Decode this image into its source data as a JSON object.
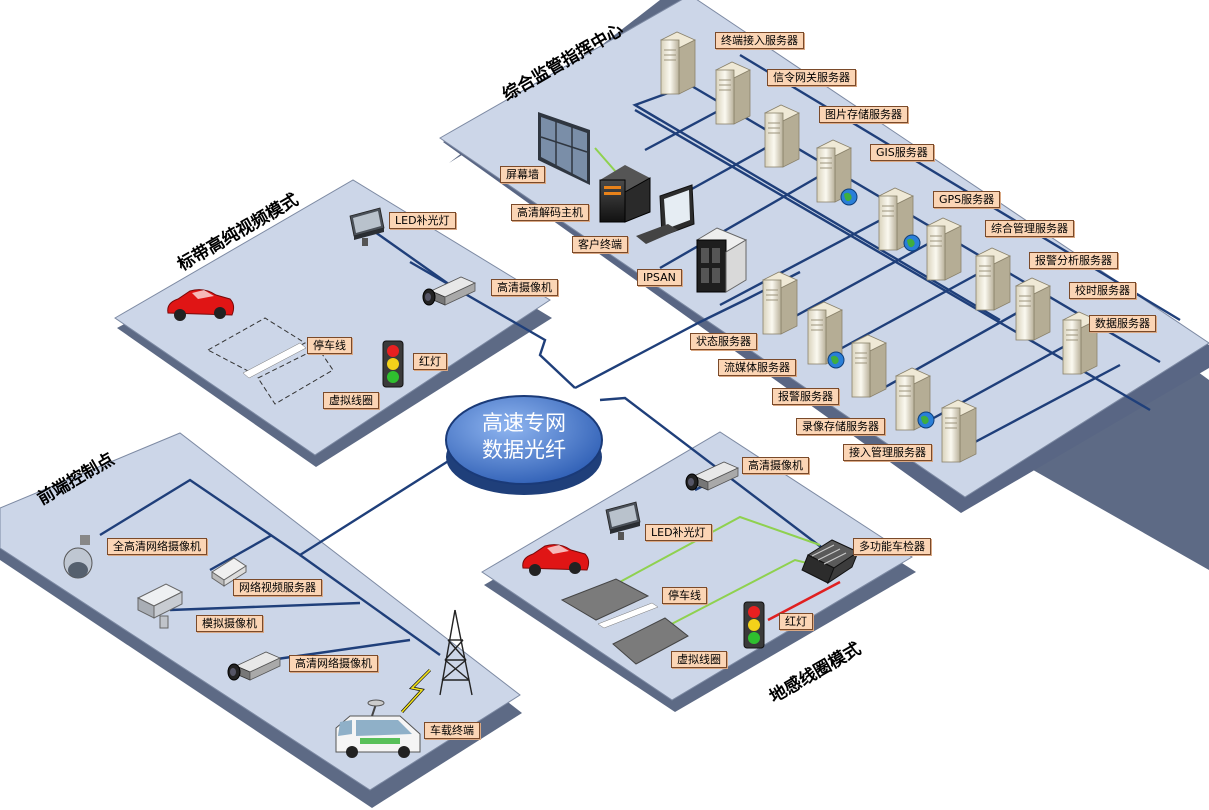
{
  "hub": {
    "line1": "高速专网",
    "line2": "数据光纤"
  },
  "zones": {
    "center": "综合监管指挥中心",
    "video": "标带高纯视频模式",
    "front": "前端控制点",
    "loop": "地感线圈模式"
  },
  "center_labels": {
    "wall": "屏幕墙",
    "decoder": "高清解码主机",
    "client": "客户终端",
    "ipsan": "IPSAN",
    "s1": "终端接入服务器",
    "s2": "信令网关服务器",
    "s3": "图片存储服务器",
    "s4": "GIS服务器",
    "s5": "GPS服务器",
    "s6": "综合管理服务器",
    "s7": "报警分析服务器",
    "s8": "校时服务器",
    "s9": "数据服务器",
    "s10": "状态服务器",
    "s11": "流媒体服务器",
    "s12": "报警服务器",
    "s13": "录像存储服务器",
    "s14": "接入管理服务器"
  },
  "video_labels": {
    "led": "LED补光灯",
    "camera": "高清摄像机",
    "stopline": "停车线",
    "redlight": "红灯",
    "vloop": "虚拟线圈"
  },
  "front_labels": {
    "ptz": "全高清网络摄像机",
    "nvs": "网络视频服务器",
    "analog": "模拟摄像机",
    "hdnet": "高清网络摄像机",
    "vehicle": "车载终端"
  },
  "loop_labels": {
    "camera": "高清摄像机",
    "led": "LED补光灯",
    "detector": "多功能车检器",
    "stopline": "停车线",
    "redlight": "红灯",
    "vloop": "虚拟线圈"
  },
  "colors": {
    "platform": "#ccd6e8",
    "platform_edge": "#7d8aa3",
    "network_line": "#1f3f7a",
    "loop_line": "#8fd14f",
    "red_line": "#e02020",
    "hub_fill": "#3c6fc4",
    "label_bg": "#fbd5b5"
  },
  "icons": [
    "server-icon",
    "globe-icon",
    "monitor-icon",
    "video-wall-icon",
    "decoder-icon",
    "storage-icon",
    "camera-icon",
    "ptz-camera-icon",
    "led-light-icon",
    "traffic-light-icon",
    "car-icon",
    "tower-icon",
    "van-icon",
    "detector-icon"
  ]
}
